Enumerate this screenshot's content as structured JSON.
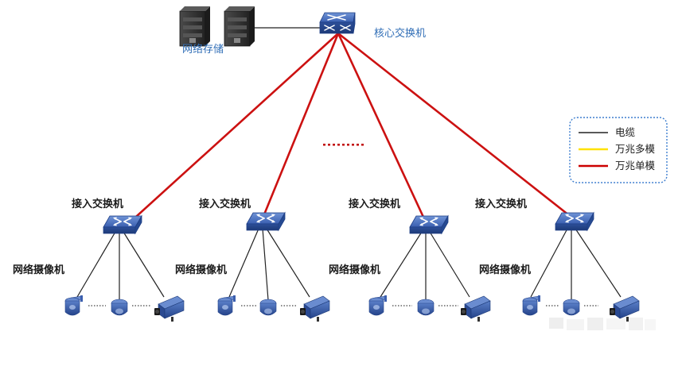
{
  "core": {
    "label": "核心交换机"
  },
  "storage": {
    "label": "网络存储"
  },
  "access_label": "接入交换机",
  "camera_label": "网络摄像机",
  "legend": [
    {
      "label": "电缆",
      "color": "#222222"
    },
    {
      "label": "万兆多模",
      "color": "#ffe100"
    },
    {
      "label": "万兆单模",
      "color": "#cc0000"
    }
  ],
  "colors": {
    "switch_blue": "#3c66b8",
    "cable": "#222222",
    "single_mode": "#cc1111",
    "storage": "#3a3a3a",
    "legend_border": "#3f7fcf"
  },
  "groups": [
    {
      "id": "g1"
    },
    {
      "id": "g2"
    },
    {
      "id": "g3"
    },
    {
      "id": "g4"
    }
  ]
}
